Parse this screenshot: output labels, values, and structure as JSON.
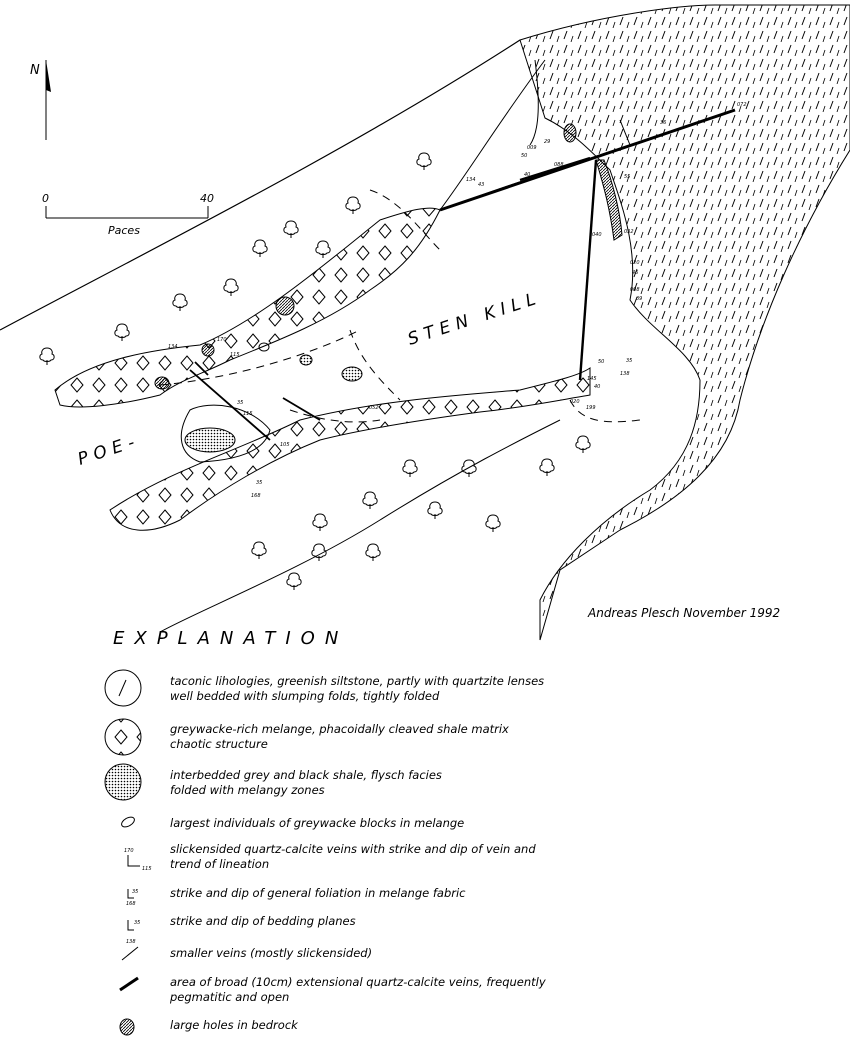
{
  "map": {
    "north_label": "N",
    "scale": {
      "start": "0",
      "end": "40",
      "unit": "Paces"
    },
    "river_name_left": "POE-",
    "river_name_right": "STEN KILL",
    "author": "Andreas Plesch November 1992",
    "measurements": {
      "m072": "072",
      "m36": "36",
      "m29": "29",
      "m009": "009",
      "m50a": "50",
      "m088": "088",
      "m40a": "40",
      "m134a": "134",
      "m43": "43",
      "m55": "55",
      "m040": "040",
      "m032": "032",
      "m020a": "020",
      "m46": "46",
      "m008": "008",
      "m39": "39",
      "m134b": "134",
      "m170": "170",
      "m115a": "115",
      "m35a": "35",
      "m115b": "115",
      "m105": "105",
      "m052": "052",
      "m35b": "35",
      "m168": "168",
      "m50b": "50",
      "m35c": "35",
      "m138": "138",
      "m145": "145",
      "m40b": "40",
      "m020b": "020",
      "m199": "199"
    }
  },
  "legend": {
    "title": "EXPLANATION",
    "items": [
      {
        "lines": [
          "taconic lihologies, greenish siltstone, partly with quartzite lenses",
          "well bedded with slumping folds, tightly folded"
        ]
      },
      {
        "lines": [
          "greywacke-rich melange, phacoidally cleaved shale matrix",
          "chaotic structure"
        ]
      },
      {
        "lines": [
          "interbedded grey and black shale, flysch facies",
          "folded with melangy zones"
        ]
      },
      {
        "lines": [
          "largest individuals of greywacke blocks in melange"
        ]
      },
      {
        "lines": [
          "slickensided quartz-calcite veins with strike and dip of vein and",
          "trend of lineation"
        ],
        "sym_a": "170",
        "sym_b": "115"
      },
      {
        "lines": [
          "strike and dip of general foliation in melange fabric"
        ],
        "sym_a": "35",
        "sym_b": "168"
      },
      {
        "lines": [
          "strike and dip of bedding planes"
        ],
        "sym_a": "35",
        "sym_b": "138"
      },
      {
        "lines": [
          "smaller veins (mostly slickensided)"
        ]
      },
      {
        "lines": [
          "area of broad (10cm) extensional quartz-calcite veins, frequently",
          "pegmatitic and open"
        ]
      },
      {
        "lines": [
          "large holes in bedrock"
        ]
      }
    ]
  }
}
